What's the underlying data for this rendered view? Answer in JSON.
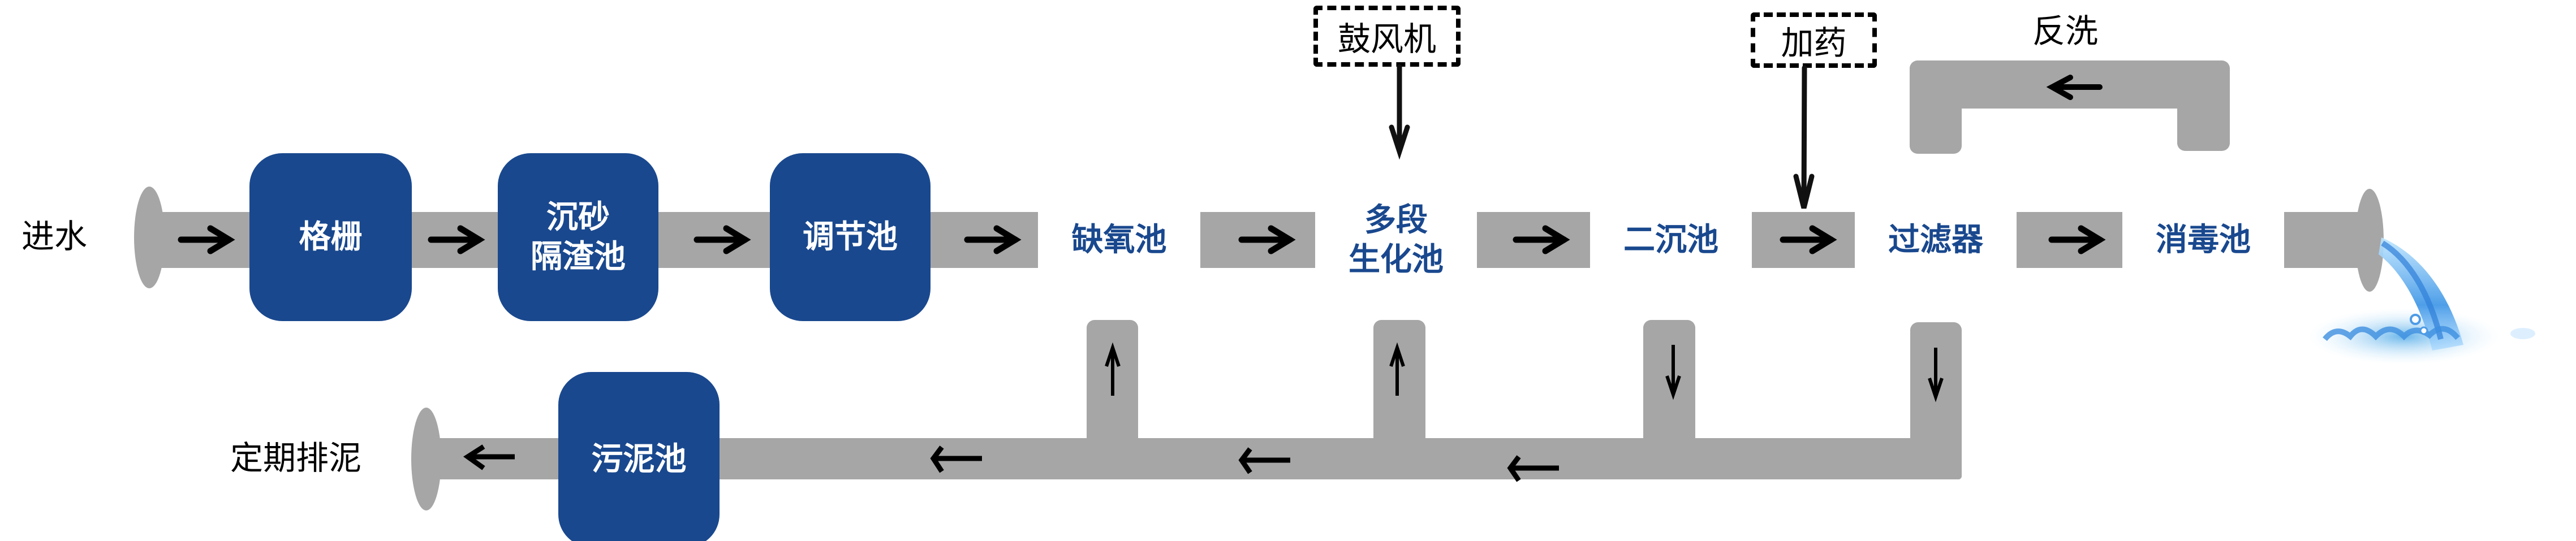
{
  "diagram": {
    "title": "污水处理工艺流程图",
    "inlet_label": "进水",
    "sludge_discharge_label": "定期排泥",
    "main_process": [
      {
        "id": "screen",
        "label": "格栅",
        "style": "box"
      },
      {
        "id": "grit",
        "label": "沉砂\n隔渣池",
        "style": "box"
      },
      {
        "id": "equalization",
        "label": "调节池",
        "style": "box"
      },
      {
        "id": "anoxic",
        "label": "缺氧池",
        "style": "text"
      },
      {
        "id": "bio",
        "label": "多段\n生化池",
        "style": "text"
      },
      {
        "id": "secondary_clarifier",
        "label": "二沉池",
        "style": "text"
      },
      {
        "id": "filter",
        "label": "过滤器",
        "style": "text"
      },
      {
        "id": "disinfection",
        "label": "消毒池",
        "style": "text"
      }
    ],
    "sludge_tank": {
      "label": "污泥池"
    },
    "inputs": [
      {
        "id": "blower",
        "label": "鼓风机",
        "target": "多段生化池"
      },
      {
        "id": "dosing",
        "label": "加药",
        "target": "过滤器"
      }
    ],
    "backwash": {
      "label": "反洗",
      "from": "消毒池",
      "to": "过滤器"
    },
    "sludge_connections": [
      {
        "stage": "缺氧池",
        "direction": "up"
      },
      {
        "stage": "多段生化池",
        "direction": "up"
      },
      {
        "stage": "二沉池",
        "direction": "down"
      },
      {
        "stage": "过滤器",
        "direction": "down"
      }
    ],
    "flow_arrows": {
      "right": "→",
      "left": "←",
      "up": "↑",
      "down": "↓"
    },
    "colors": {
      "process_box": "#19488e",
      "process_text": "#19488e",
      "pipe": "#a6a6a6",
      "water": "#5aaee8"
    }
  }
}
